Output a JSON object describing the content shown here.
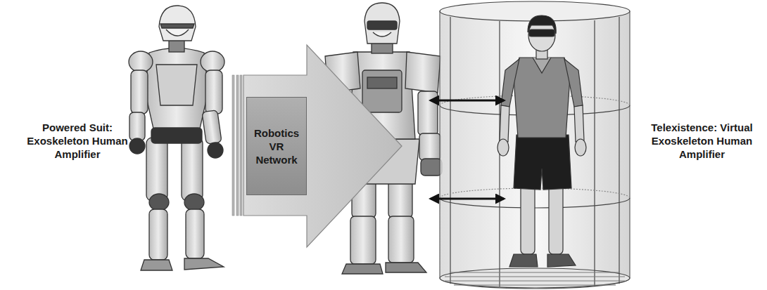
{
  "diagram": {
    "nodes": [
      {
        "text": [
          "Powered Suit: Exoskeleton Human Amplifier"
        ]
      },
      {
        "text": [
          "Robotics VR Network"
        ]
      },
      {
        "text": [
          "Telexistence: Virtual Exoskeleton Human Amplifier"
        ]
      }
    ]
  }
}
